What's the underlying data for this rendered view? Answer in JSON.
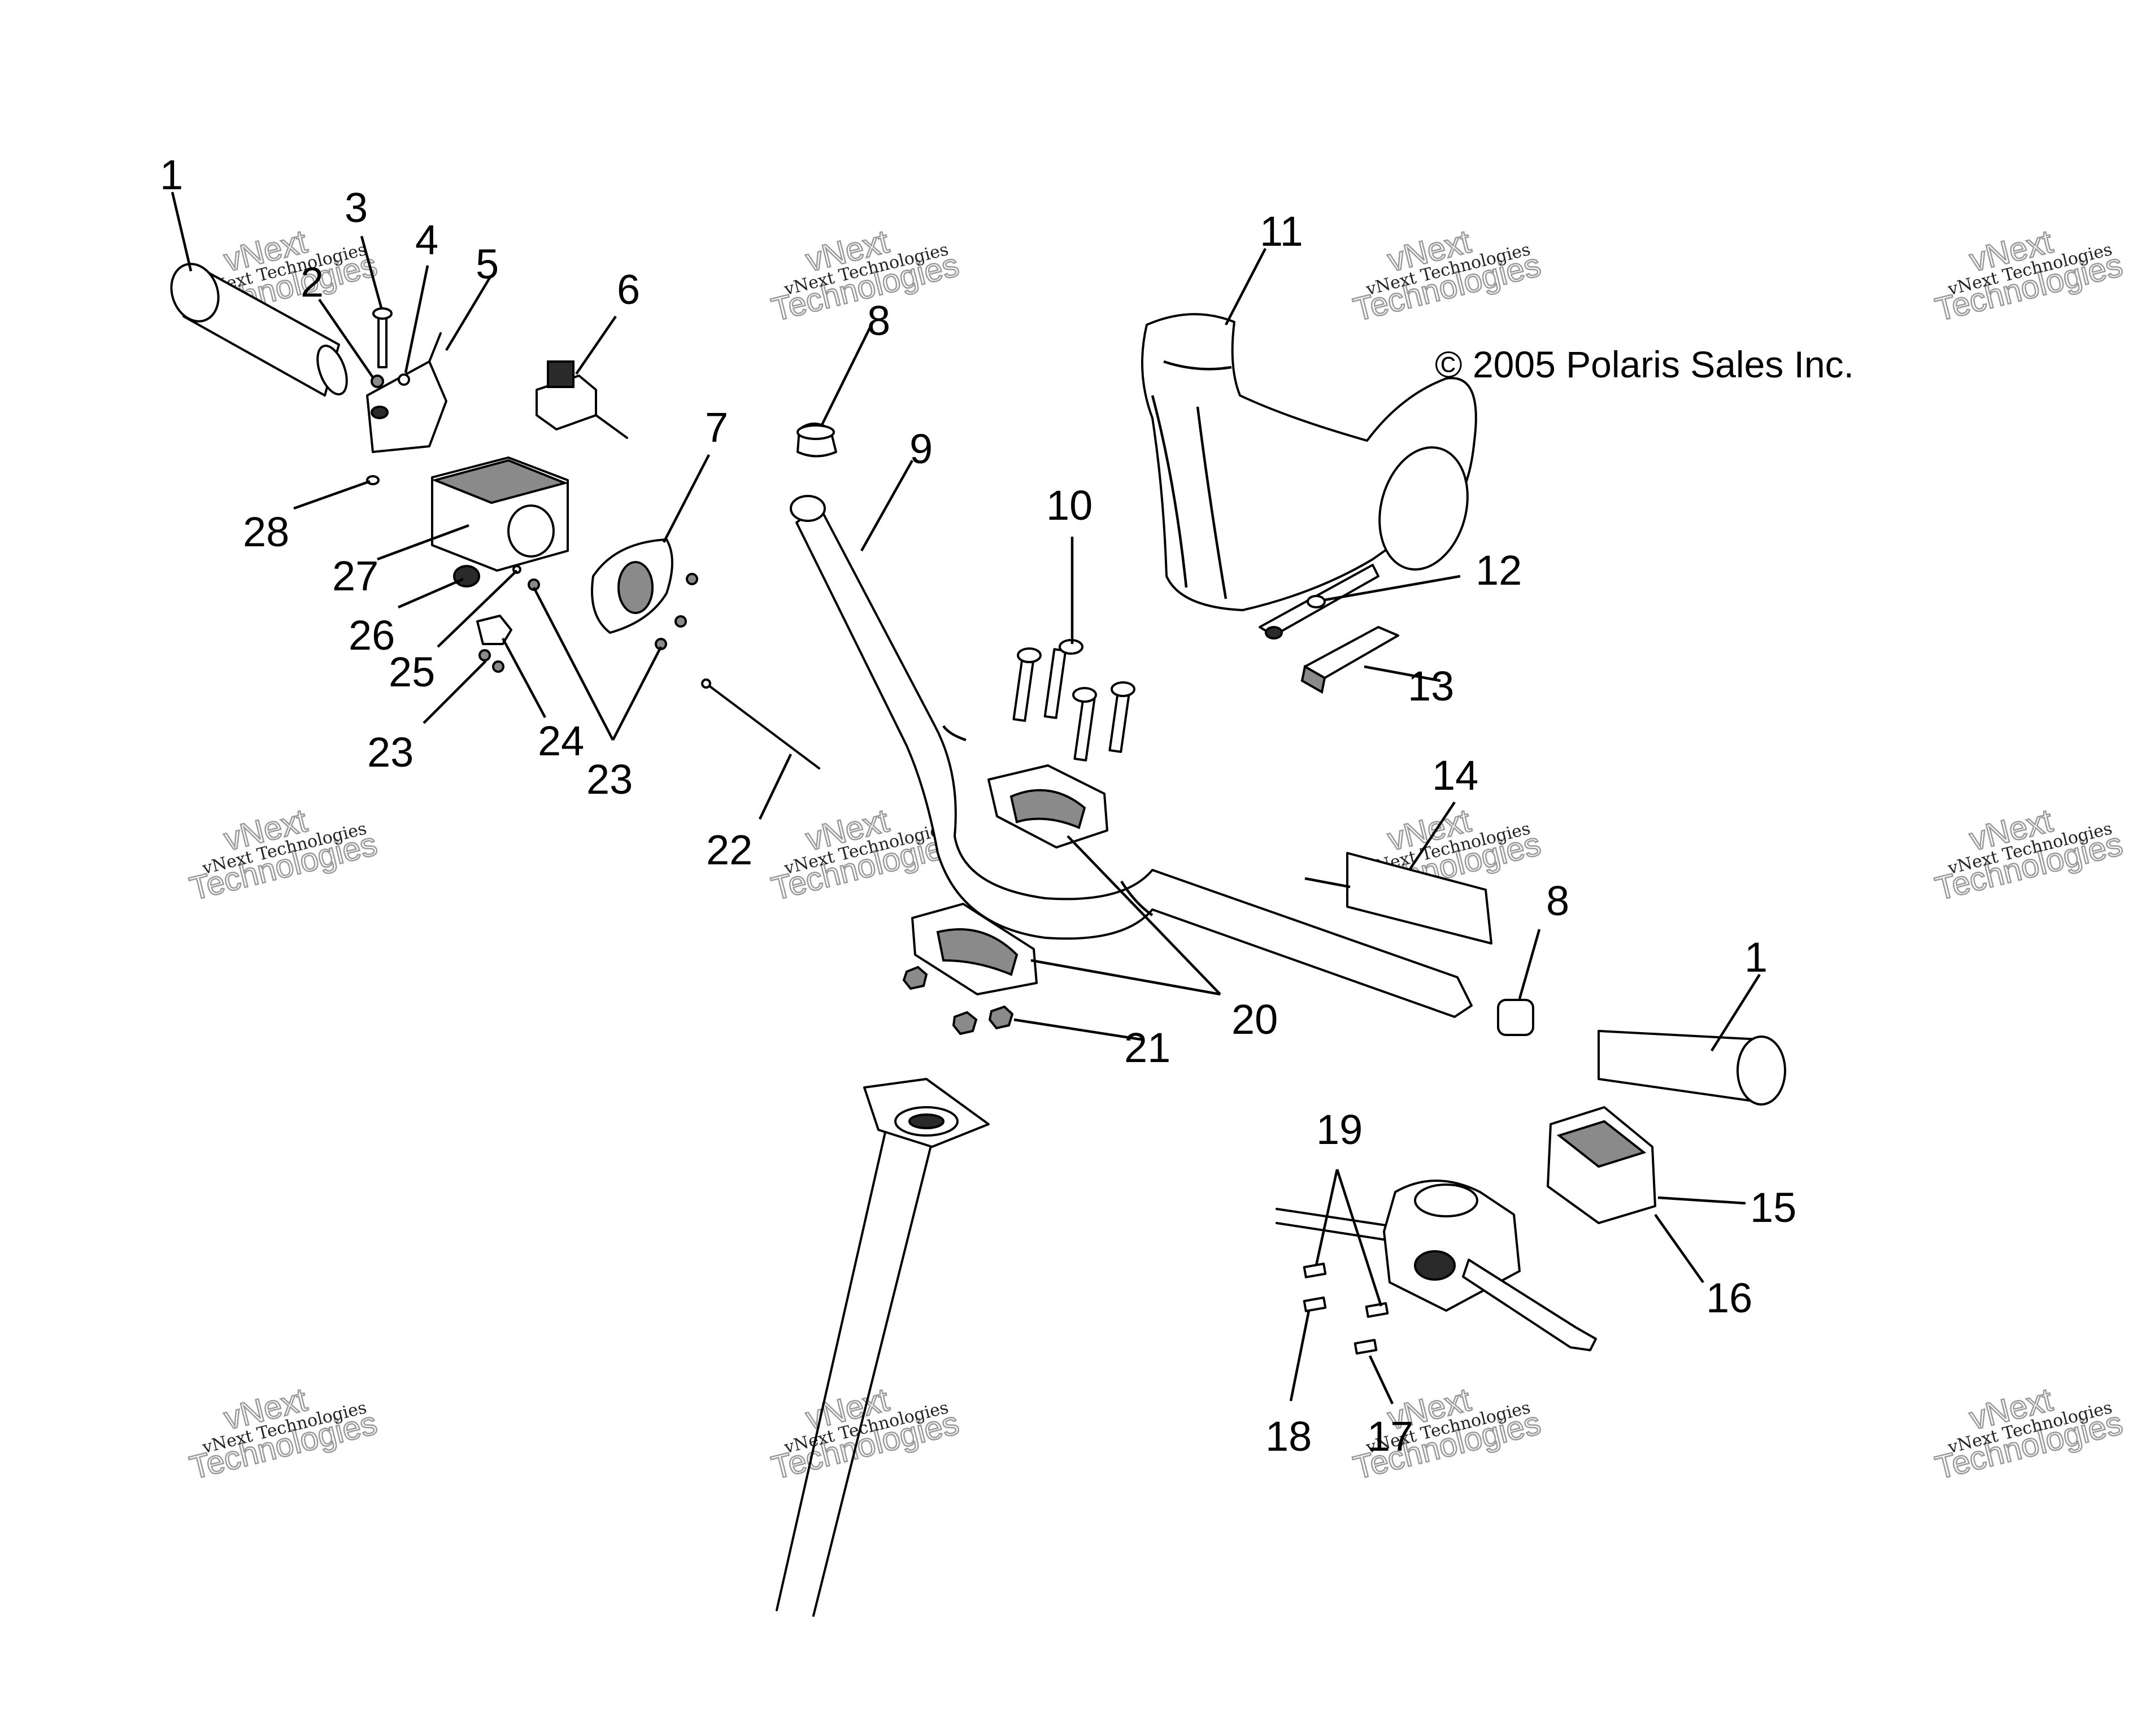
{
  "copyright": "© 2005 Polaris Sales Inc.",
  "watermark": {
    "brand_line1": "vNext",
    "brand_line2": "Technologies",
    "small_text": "vNext Technologies"
  },
  "callouts": {
    "c1a": "1",
    "c1b": "1",
    "c2": "2",
    "c3": "3",
    "c4": "4",
    "c5": "5",
    "c6": "6",
    "c7": "7",
    "c8a": "8",
    "c8b": "8",
    "c9": "9",
    "c10": "10",
    "c11": "11",
    "c12": "12",
    "c13": "13",
    "c14": "14",
    "c15": "15",
    "c16": "16",
    "c17": "17",
    "c18": "18",
    "c19": "19",
    "c20": "20",
    "c21": "21",
    "c22": "22",
    "c23a": "23",
    "c23b": "23",
    "c24": "24",
    "c25": "25",
    "c26": "26",
    "c27": "27",
    "c28": "28"
  }
}
